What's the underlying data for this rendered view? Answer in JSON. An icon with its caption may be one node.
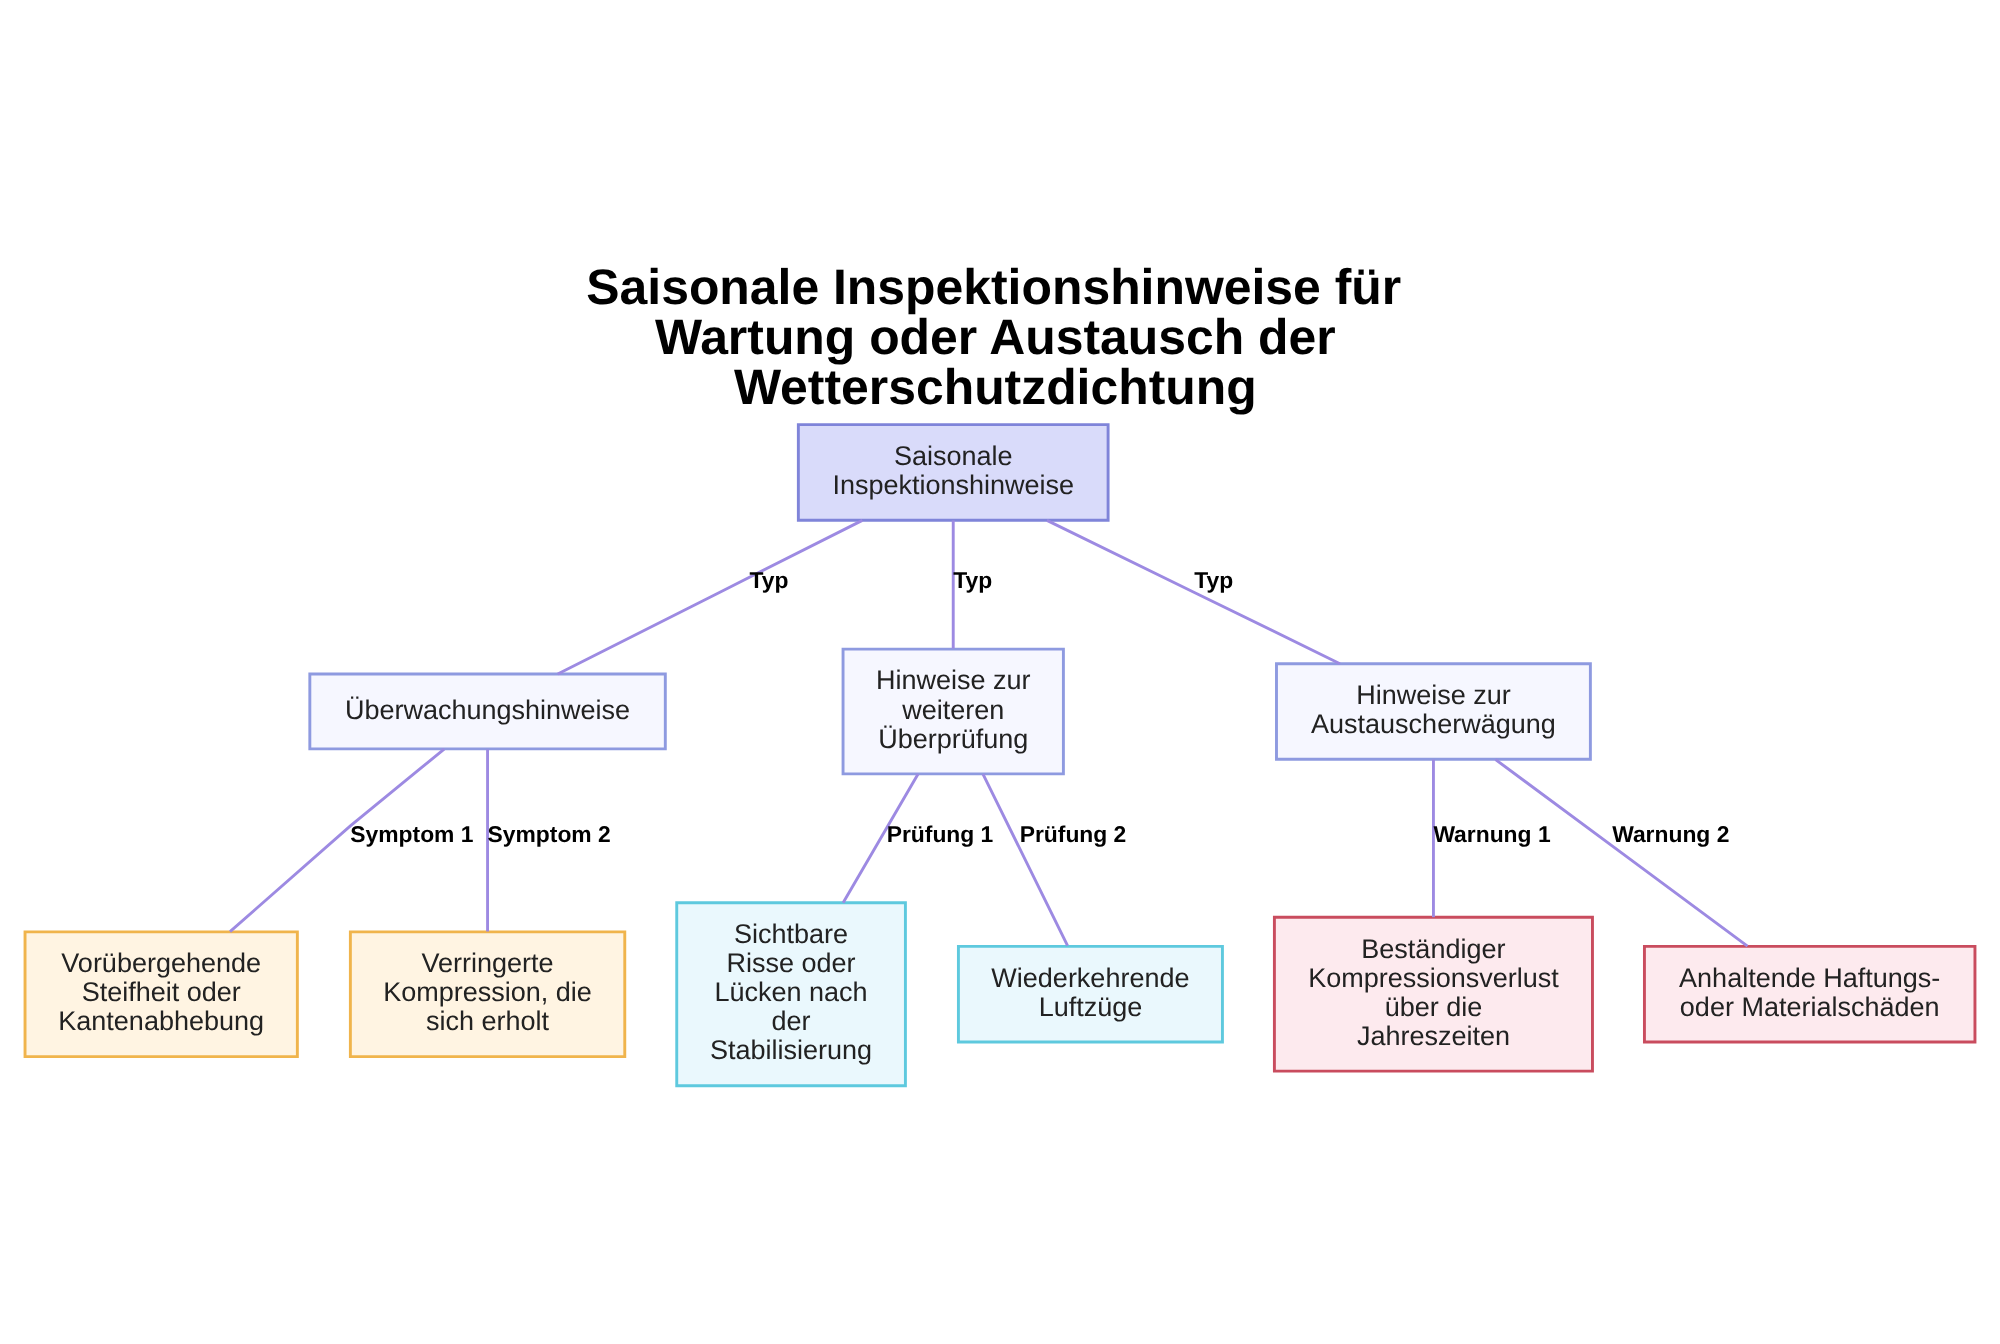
{
  "diagram": {
    "title": "Saisonale Inspektionshinweise für Wartung oder Austausch der Wetterschutzdichtung",
    "nodes": [
      {
        "text": [
          "Saisonale Inspektionshinweise"
        ]
      },
      {
        "text": [
          "Überwachungshinweise"
        ]
      },
      {
        "text": [
          "Hinweise zur weiteren Überprüfung"
        ]
      },
      {
        "text": [
          "Hinweise zur Austauscherwägung"
        ]
      },
      {
        "text": [
          "Vorübergehende Steifheit oder Kantenabhebung"
        ]
      },
      {
        "text": [
          "Verringerte Kompression, die sich erholt"
        ]
      },
      {
        "text": [
          "Sichtbare Risse oder Lücken nach der Stabilisierung"
        ]
      },
      {
        "text": [
          "Wiederkehrende Luftzüge"
        ]
      },
      {
        "text": [
          "Beständiger Kompressionsverlust über die Jahreszeiten"
        ]
      },
      {
        "text": [
          "Anhaltende Haftungs- oder Materialschäden"
        ]
      }
    ],
    "edges": [
      {
        "from": 0,
        "to": 1,
        "arrow": "none",
        "label": "Typ"
      },
      {
        "from": 0,
        "to": 2,
        "arrow": "none",
        "label": "Typ"
      },
      {
        "from": 0,
        "to": 3,
        "arrow": "none",
        "label": "Typ"
      },
      {
        "from": 1,
        "to": 4,
        "arrow": "none",
        "label": "Symptom 1"
      },
      {
        "from": 1,
        "to": 5,
        "arrow": "none",
        "label": "Symptom 2"
      },
      {
        "from": 2,
        "to": 6,
        "arrow": "none",
        "label": "Prüfung 1"
      },
      {
        "from": 2,
        "to": 7,
        "arrow": "none",
        "label": "Prüfung 2"
      },
      {
        "from": 3,
        "to": 8,
        "arrow": "none",
        "label": "Warnung 1"
      },
      {
        "from": 3,
        "to": 9,
        "arrow": "none",
        "label": "Warnung 2"
      }
    ]
  }
}
